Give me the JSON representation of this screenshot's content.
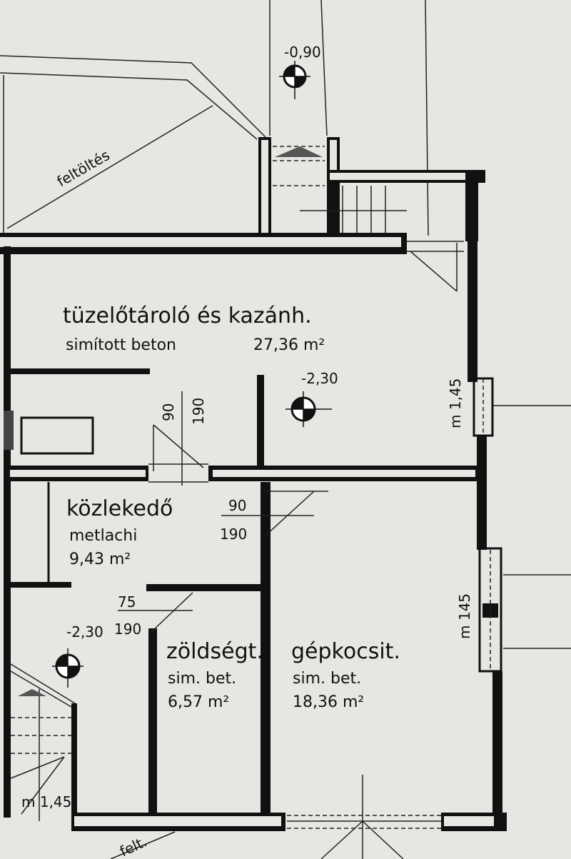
{
  "plan": {
    "fill_label": "feltöltés",
    "top_level": "-0,90",
    "rooms": [
      {
        "name": "tüzelőtároló és kazánh.",
        "floor": "simított beton",
        "area": "27,36 m²",
        "level": "-2,30"
      },
      {
        "name": "közlekedő",
        "floor": "metlachi",
        "area": "9,43 m²"
      },
      {
        "name": "zöldségt.",
        "floor": "sim. bet.",
        "area": "6,57 m²"
      },
      {
        "name": "gépkocsit.",
        "floor": "sim. bet.",
        "area": "18,36 m²"
      }
    ],
    "door_dims": {
      "boiler_door_width": "90",
      "boiler_door_height": "190",
      "corridor_door_width": "90",
      "corridor_door_height": "190",
      "veg_door_width": "75",
      "veg_door_height": "190"
    },
    "corridor_level": "-2,30",
    "window_labels": [
      "m 1,45",
      "m 145",
      "m 1,45"
    ],
    "bottom_label": "felt."
  }
}
